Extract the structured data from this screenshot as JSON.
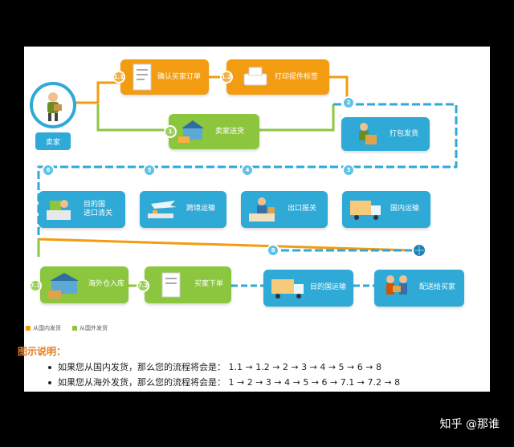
{
  "seller": {
    "label": "卖家"
  },
  "boxes": {
    "b11": {
      "label": "确认买家订单",
      "step": "1.1"
    },
    "b12": {
      "label": "打印提件标签",
      "step": "1.2"
    },
    "b1": {
      "label": "卖家送货",
      "step": "1"
    },
    "b2": {
      "label": "打包发货",
      "step": "2"
    },
    "b3": {
      "label": "国内运输",
      "step": "3"
    },
    "b4": {
      "label": "出口报关",
      "step": "4"
    },
    "b5": {
      "label": "跨境运输",
      "step": "5"
    },
    "b6": {
      "label": "目的国\n进口清关",
      "step": "6"
    },
    "b71": {
      "label": "海外仓入库",
      "step": "7.1"
    },
    "b72": {
      "label": "买家下单",
      "step": "7.2"
    },
    "b8": {
      "label": "目的国运输",
      "step": "8"
    },
    "b9": {
      "label": "配送给买家"
    }
  },
  "legend": {
    "domestic": "从国内发货",
    "overseas": "从国外发货"
  },
  "caption": {
    "title": "图示说明：",
    "line1": "如果您从国内发货，那么您的流程将会是：  1.1 → 1.2 → 2 → 3 → 4 → 5 → 6 → 8",
    "line2": "如果您从海外发货，那么您的流程将会是：  1 → 2 → 3 → 4 → 5 → 6 → 7.1 → 7.2 → 8"
  },
  "watermark": "知乎 @那谁",
  "colors": {
    "orange": "#f39c12",
    "green": "#8cc63f",
    "blue": "#2fa9d6"
  }
}
